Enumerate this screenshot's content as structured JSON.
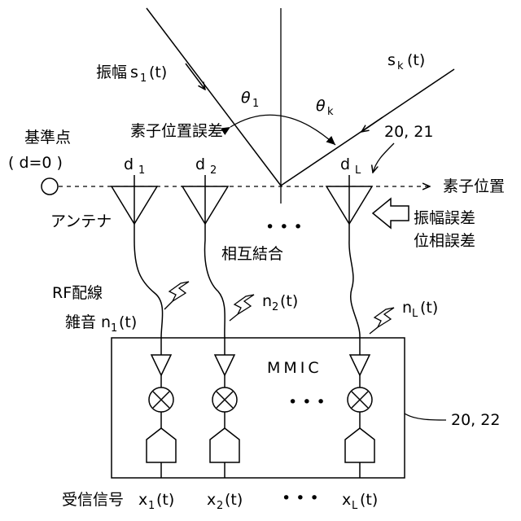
{
  "labels": {
    "amplitude_s1": "振幅",
    "s1": "s",
    "s1_sub": "1",
    "s1_arg": "(t)",
    "sk": "s",
    "sk_sub": "k",
    "sk_arg": "(t)",
    "theta": "θ",
    "theta1_sub": "1",
    "thetak_sub": "k",
    "ref_point": "基準点",
    "ref_d0": "( d=0 )",
    "element_pos_error": "素子位置誤差",
    "d": "d",
    "d1_sub": "1",
    "d2_sub": "2",
    "dL_sub": "L",
    "ref_20_21": "20, 21",
    "element_position": "素子位置",
    "antenna": "アンテナ",
    "ellipsis": "• • •",
    "amp_error": "振幅誤差",
    "phase_error": "位相誤差",
    "mutual_coupling": "相互結合",
    "rf_wiring": "RF配線",
    "noise": "雑音",
    "n": "n",
    "n1_sub": "1",
    "n2_sub": "2",
    "nL_sub": "L",
    "arg_t": "(t)",
    "mmic": "MMIC",
    "ref_20_22": "20, 22",
    "received_signal": "受信信号",
    "x": "x",
    "x1_sub": "1",
    "x2_sub": "2",
    "xL_sub": "L"
  }
}
